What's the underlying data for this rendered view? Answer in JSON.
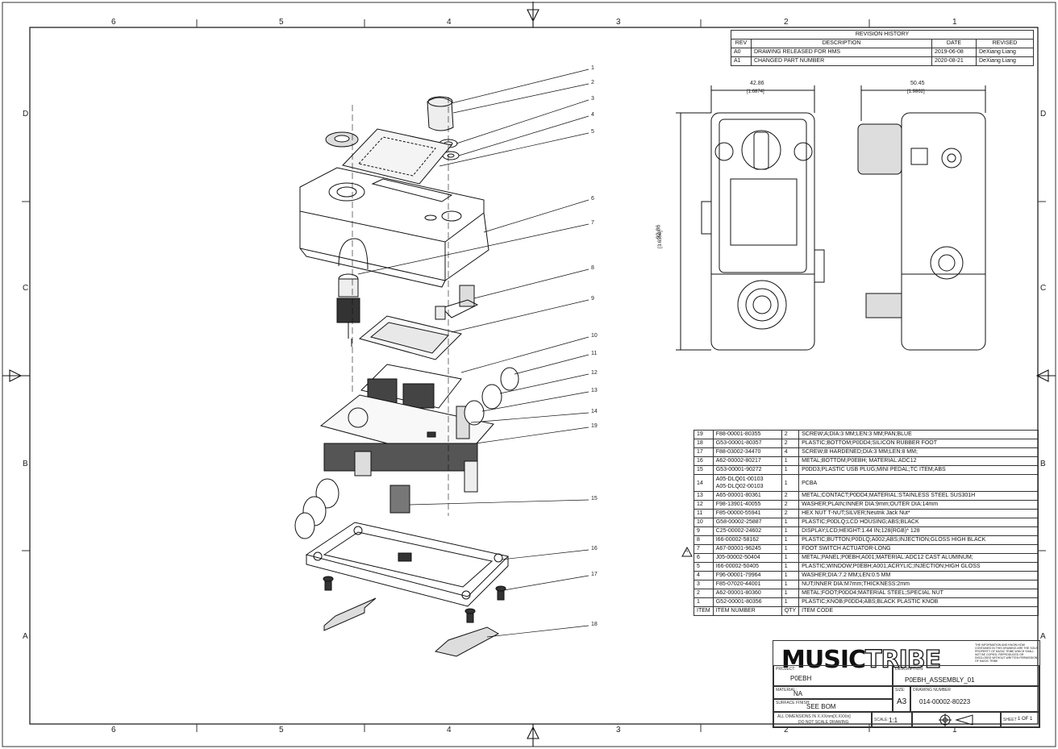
{
  "zones": {
    "columns": [
      "6",
      "5",
      "4",
      "3",
      "2",
      "1"
    ],
    "rows": [
      "D",
      "C",
      "B",
      "A"
    ]
  },
  "revision_history": {
    "title": "REVISION HISTORY",
    "headers": [
      "REV",
      "DESCRIPTION",
      "DATE",
      "REVISED"
    ],
    "rows": [
      [
        "A0",
        "DRAWING RELEASED FOR HMS",
        "2019-06-08",
        "DeXiang Liang"
      ],
      [
        "A1",
        "CHANGED PART NUMBER",
        "2020-08-21",
        "DeXiang Liang"
      ]
    ]
  },
  "dimensions": {
    "width_mm": "42.86",
    "width_in": "[1.6874]",
    "depth_mm": "50.45",
    "depth_in": "[1.9862]",
    "height_mm": "92.86",
    "height_in": "[3.6558]"
  },
  "callouts": [
    "1",
    "2",
    "3",
    "4",
    "5",
    "6",
    "7",
    "8",
    "9",
    "10",
    "11",
    "12",
    "13",
    "14",
    "19",
    "15",
    "16",
    "17",
    "18"
  ],
  "bom": {
    "rows": [
      [
        "19",
        "F88-00001-80355",
        "2",
        "SCREW;A;DIA:3 MM;LEN:3 MM;PAN;BLUE"
      ],
      [
        "18",
        "G53-00001-80357",
        "2",
        "PLASTIC;BOTTOM;P0DD4;SILICON RUBBER FOOT"
      ],
      [
        "17",
        "F88-03002-34470",
        "4",
        "SCREW;B HARDENED;DIA:3 MM;LEN:8 MM;"
      ],
      [
        "16",
        "A62-00002-80217",
        "1",
        "METAL;BOTTOM;P0EBH; MATERIAL:ADC12"
      ],
      [
        "15",
        "G53-00001-90272",
        "1",
        "P0DD3;PLASTIC USB PLUG;MINI PEDAL;TC ITEM;ABS"
      ],
      [
        "14",
        "A05-DLQ01-00103\nA05-DLQ02-00103",
        "1",
        "PCBA"
      ],
      [
        "13",
        "A65-00001-80361",
        "2",
        "METAL;CONTACT;P0DD4;MATERIAL:STAINLESS STEEL SUS301H"
      ],
      [
        "12",
        "F98-13901-40055",
        "2",
        "WASHER;PLAIN;INNER DIA:9mm;OUTER DIA:14mm"
      ],
      [
        "11",
        "F85-00000-55941",
        "2",
        "HEX NUT T-NUT;SILVER;Neutrik Jack Nut*"
      ],
      [
        "10",
        "G58-00002-25887",
        "1",
        "PLASTIC;P0DLQ;LCD HOUSING;ABS;BLACK"
      ],
      [
        "9",
        "C25-00002-24602",
        "1",
        "DISPLAY;LCD;HEIGHT:1.44 IN;128(RGB)* 128"
      ],
      [
        "8",
        "I66-00002-58162",
        "1",
        "PLASTIC;BUTTON;P0DLQ;A002;ABS;INJECTION;GLOSS HIGH BLACK"
      ],
      [
        "7",
        "A67-00001-96245",
        "1",
        "FOOT SWITCH ACTUATOR-LONG"
      ],
      [
        "6",
        "J05-00002-50404",
        "1",
        "METAL;PANEL;P0EBH;A001;MATERIAL:ADC12 CAST ALUMINUM;"
      ],
      [
        "5",
        "I66-00002-50405",
        "1",
        "PLASTIC;WINDOW;P0EBH;A001;ACRYLIC;INJECTION;HIGH GLOSS"
      ],
      [
        "4",
        "F96-00001-79964",
        "1",
        "WASHER;DIA:7.2 MM;LEN:0.5 MM"
      ],
      [
        "3",
        "F85-07020-44001",
        "1",
        "NUT;INNER DIA:M7mm;THICKNESS:2mm"
      ],
      [
        "2",
        "A62-00001-80360",
        "1",
        "METAL;FOOT;P0DD4;MATERIAL STEEL;SPECIAL NUT"
      ],
      [
        "1",
        "G52-00001-80356",
        "1",
        "PLASTIC;KNOB;P0DD4;ABS;BLACK PLASTIC KNOB"
      ]
    ],
    "headers": [
      "ITEM",
      "ITEM NUMBER",
      "QTY",
      "ITEM CODE"
    ],
    "revision_flag": "A"
  },
  "title_block": {
    "logo_solid": "MUSIC",
    "logo_outline": "TRIBE",
    "notice": "THE INFORMATION AND KNOW-HOW CONTAINED IN THIS DRAWING ARE THE SOLE PROPERTY OF MUSIC TRIBE WHICH SHALL NOT BE COPIED, REPRODUCED OR DISCLOSED WITHOUT WRITTEN PERMISSION OF MUSIC TRIBE",
    "project_label": "PROJECT:",
    "project": "P0EBH",
    "description_label": "DESCRIPTION:",
    "description": "P0EBH_ASSEMBLY_01",
    "material_label": "MATERIAL:",
    "material": "NA",
    "size_label": "SIZE:",
    "size": "A3",
    "drawing_number_label": "DRAWING NUMBER",
    "drawing_number": "014-00002-80223",
    "surface_finish_label": "SURFACE FINISH:",
    "surface_finish": "SEE BOM",
    "tolerance_note": "ALL DIMENSIONS IN X.XXmm[X.XXXin]",
    "no_scale_note": "DO NOT SCALE DRAWING",
    "scale_label": "SCALE:",
    "scale": "1:1",
    "sheet_label": "SHEET",
    "sheet": "1 OF 1"
  }
}
